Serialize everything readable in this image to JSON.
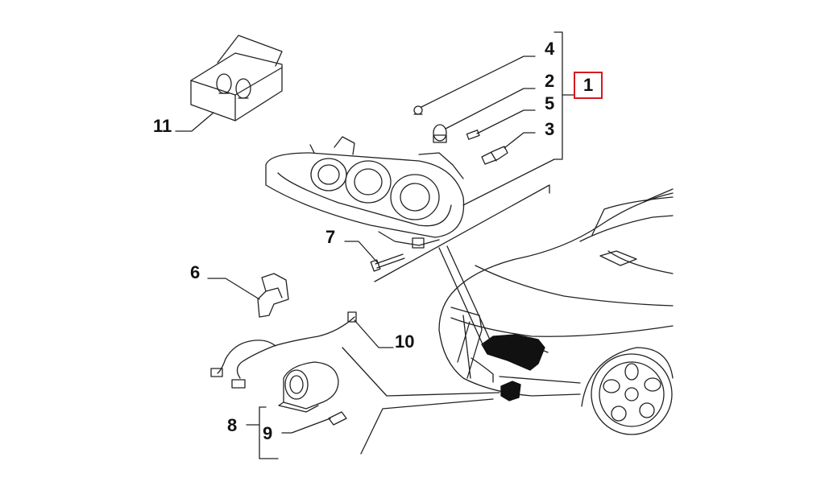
{
  "diagram": {
    "parts": [
      {
        "id": "p1",
        "label": "1",
        "highlighted": true
      },
      {
        "id": "p2",
        "label": "2",
        "highlighted": false
      },
      {
        "id": "p3",
        "label": "3",
        "highlighted": false
      },
      {
        "id": "p4",
        "label": "4",
        "highlighted": false
      },
      {
        "id": "p5",
        "label": "5",
        "highlighted": false
      },
      {
        "id": "p6",
        "label": "6",
        "highlighted": false
      },
      {
        "id": "p7",
        "label": "7",
        "highlighted": false
      },
      {
        "id": "p8",
        "label": "8",
        "highlighted": false
      },
      {
        "id": "p9",
        "label": "9",
        "highlighted": false
      },
      {
        "id": "p10",
        "label": "10",
        "highlighted": false
      },
      {
        "id": "p11",
        "label": "11",
        "highlighted": false
      }
    ],
    "colors": {
      "line": "#222222",
      "highlight_border": "#d71920",
      "background": "#ffffff",
      "fill_dark": "#111111"
    }
  }
}
